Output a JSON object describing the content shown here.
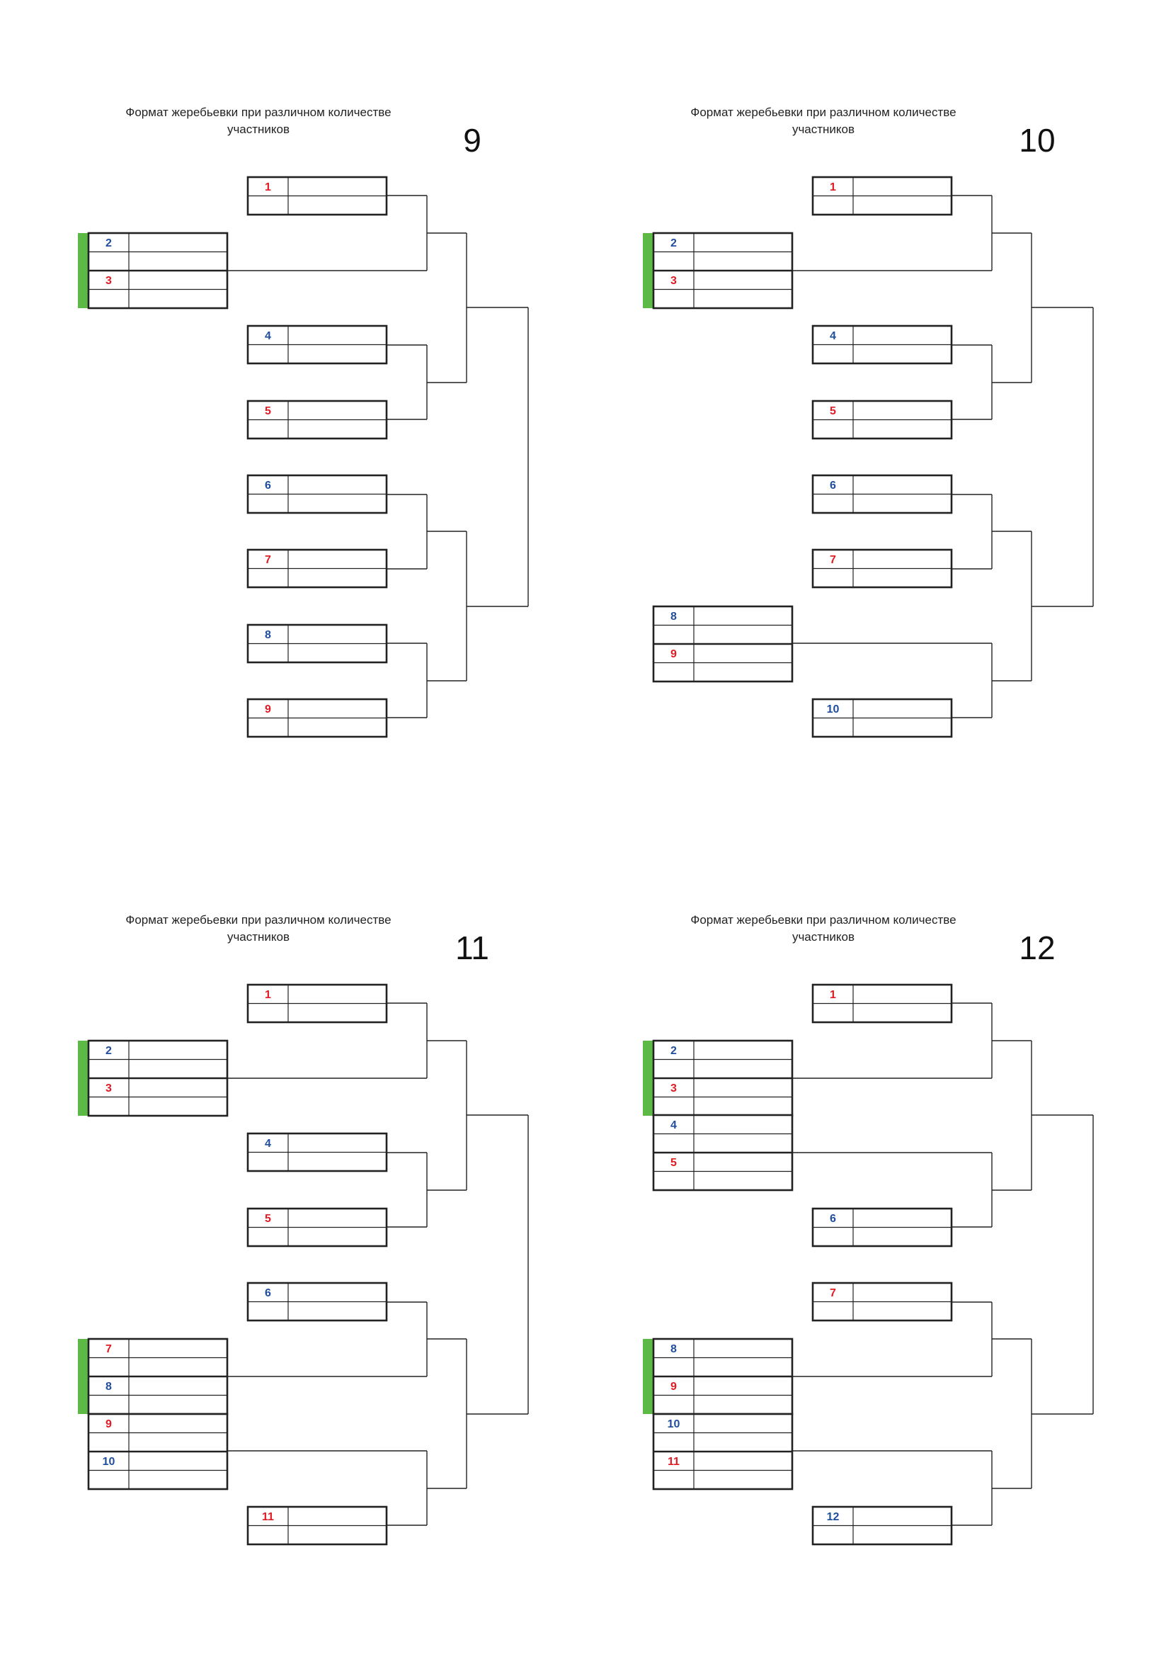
{
  "colors": {
    "odd_seed": "#e01b24",
    "even_seed": "#1f4e9e",
    "accent_bar": "#5db946",
    "line": "#222222"
  },
  "brackets": [
    {
      "caption_line1": "Формат жеребьевки при различном количестве",
      "caption_line2": "участников",
      "count": "9",
      "seeds": [
        "1",
        "2",
        "3",
        "4",
        "5",
        "6",
        "7",
        "8",
        "9"
      ]
    },
    {
      "caption_line1": "Формат жеребьевки при различном количестве",
      "caption_line2": "участников",
      "count": "10",
      "seeds": [
        "1",
        "2",
        "3",
        "4",
        "5",
        "6",
        "7",
        "8",
        "9",
        "10"
      ]
    },
    {
      "caption_line1": "Формат жеребьевки при различном количестве",
      "caption_line2": "участников",
      "count": "11",
      "seeds": [
        "1",
        "2",
        "3",
        "4",
        "5",
        "6",
        "7",
        "8",
        "9",
        "10",
        "11"
      ]
    },
    {
      "caption_line1": "Формат жеребьевки при различном количестве",
      "caption_line2": "участников",
      "count": "12",
      "seeds": [
        "1",
        "2",
        "3",
        "4",
        "5",
        "6",
        "7",
        "8",
        "9",
        "10",
        "11",
        "12"
      ]
    }
  ]
}
